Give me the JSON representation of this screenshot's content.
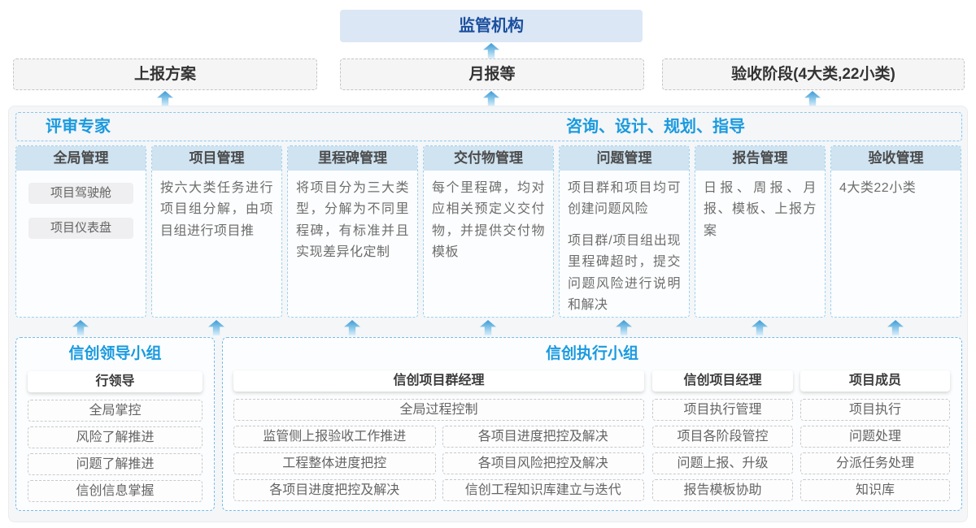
{
  "top_row": {
    "regulator": "监管机构"
  },
  "flow_boxes": [
    {
      "label": "上报方案"
    },
    {
      "label": "月报等"
    },
    {
      "label": "验收阶段(4大类,22小类)"
    }
  ],
  "band": {
    "left_label": "评审专家",
    "right_label": "咨询、设计、规划、指导"
  },
  "columns": [
    {
      "id": "global-management",
      "title": "全局管理",
      "pills": [
        "项目驾驶舱",
        "项目仪表盘"
      ],
      "paragraphs": []
    },
    {
      "id": "project-management",
      "title": "项目管理",
      "pills": [],
      "paragraphs": [
        "按六大类任务进行项目组分解，由项目组进行项目推"
      ]
    },
    {
      "id": "milestone-management",
      "title": "里程碑管理",
      "pills": [],
      "paragraphs": [
        "将项目分为三大类型，分解为不同里程碑，有标准并且实现差异化定制"
      ]
    },
    {
      "id": "deliverable-management",
      "title": "交付物管理",
      "pills": [],
      "paragraphs": [
        "每个里程碑，均对应相关预定义交付物，并提供交付物模板"
      ]
    },
    {
      "id": "issue-management",
      "title": "问题管理",
      "pills": [],
      "paragraphs": [
        "项目群和项目均可创建问题风险",
        "项目群/项目组出现里程碑超时，提交问题风险进行说明和解决"
      ]
    },
    {
      "id": "report-management",
      "title": "报告管理",
      "pills": [],
      "paragraphs": [
        "日报、周报、月报、模板、上报方案"
      ]
    },
    {
      "id": "acceptance-management",
      "title": "验收管理",
      "pills": [],
      "paragraphs": [
        "4大类22小类"
      ]
    }
  ],
  "groups": {
    "leadership": {
      "title": "信创领导小组",
      "role": "行领导",
      "items": [
        "全局掌控",
        "风险了解推进",
        "问题了解推进",
        "信创信息掌握"
      ]
    },
    "execution": {
      "title": "信创执行小组",
      "subgroups": [
        {
          "role": "信创项目群经理",
          "full_item": "全局过程控制",
          "left_items": [
            "监管侧上报验收工作推进",
            "工程整体进度把控",
            "各项目进度把控及解决"
          ],
          "right_items": [
            "各项目进度把控及解决",
            "各项目风险把控及解决",
            "信创工程知识库建立与迭代"
          ]
        },
        {
          "role": "信创项目经理",
          "items": [
            "项目执行管理",
            "项目各阶段管控",
            "问题上报、升级",
            "报告模板协助"
          ]
        },
        {
          "role": "项目成员",
          "items": [
            "项目执行",
            "问题处理",
            "分派任务处理",
            "知识库"
          ]
        }
      ]
    }
  },
  "colors": {
    "accent_blue": "#1a9adf",
    "dark_blue": "#1c509e",
    "regulator_bg": "#dbe7f5",
    "column_header_bg": "#cfe3f1",
    "column_border": "#9dd0ee",
    "group_border": "#79bce7",
    "arrow_blue": "#3c99d5"
  }
}
